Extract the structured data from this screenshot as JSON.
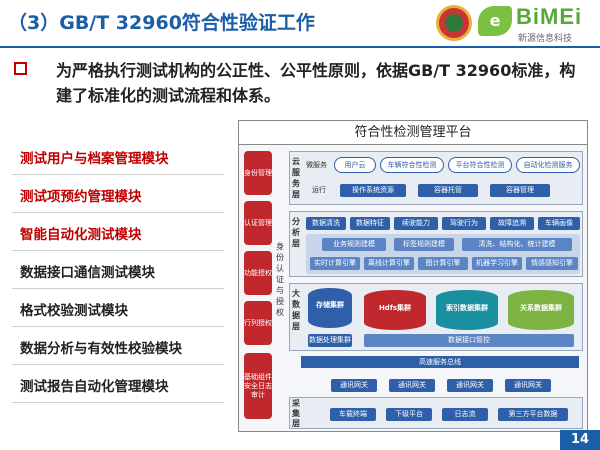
{
  "header": {
    "title": "（3）GB/T 32960符合性验证工作",
    "logo_brand": "BiMEi",
    "logo_sub": "新源信息科技"
  },
  "bullet": "为严格执行测试机构的公正性、公平性原则，依据GB/T 32960标准，构建了标准化的测试流程和体系。",
  "modules": [
    {
      "label": "测试用户与档案管理模块",
      "highlight": true
    },
    {
      "label": "测试项预约管理模块",
      "highlight": true
    },
    {
      "label": "智能自动化测试模块",
      "highlight": true
    },
    {
      "label": "数据接口通信测试模块",
      "highlight": false
    },
    {
      "label": "格式校验测试模块",
      "highlight": false
    },
    {
      "label": "数据分析与有效性校验模块",
      "highlight": false
    },
    {
      "label": "测试报告自动化管理模块",
      "highlight": false
    }
  ],
  "diagram": {
    "title": "符合性检测管理平台",
    "left_columns": [
      "身份管理",
      "认证管理",
      "功能授权",
      "行列授权",
      "基础组件安全日志审计"
    ],
    "mid_label": "身份认证与授权",
    "cloud": {
      "label": "云服务层",
      "micro_label": "微服务",
      "services": [
        "用户云",
        "车辆符合性检测",
        "平台符合性检测",
        "自动化检测服务"
      ],
      "ops_label": "运行",
      "ops": [
        "操作系统资源",
        "容器托管",
        "容器管理"
      ]
    },
    "analysis": {
      "label": "分析层",
      "row1": [
        "数据清洗",
        "数据特征",
        "续驶能力",
        "驾驶行为",
        "故障追溯",
        "车辆画像"
      ],
      "row2": [
        "业务规则建模",
        "标签规则建模",
        "清洗、结构化、统计建模"
      ],
      "row3": [
        "实时计算引擎",
        "离线计算引擎",
        "图计算引擎",
        "机器学习引擎",
        "情感感知引擎"
      ]
    },
    "data": {
      "label": "大数据层",
      "cylinders": [
        "存储集群",
        "Hdfs集群",
        "索引数据集群",
        "关系数据集群"
      ],
      "proc": "数据处理集群",
      "iface": "数据接口管控"
    },
    "bus": "高速服务总线",
    "gateways": [
      "通讯网关",
      "通讯网关",
      "通讯网关",
      "通讯网关"
    ],
    "collect": {
      "label": "采集层",
      "items": [
        "车载终端",
        "下级平台",
        "日志流",
        "第三方平台数据"
      ]
    }
  },
  "page_number": "14",
  "colors": {
    "primary": "#1a5ea8",
    "accent": "#c00000",
    "node": "#2e5fa8",
    "side": "#c0282e"
  }
}
